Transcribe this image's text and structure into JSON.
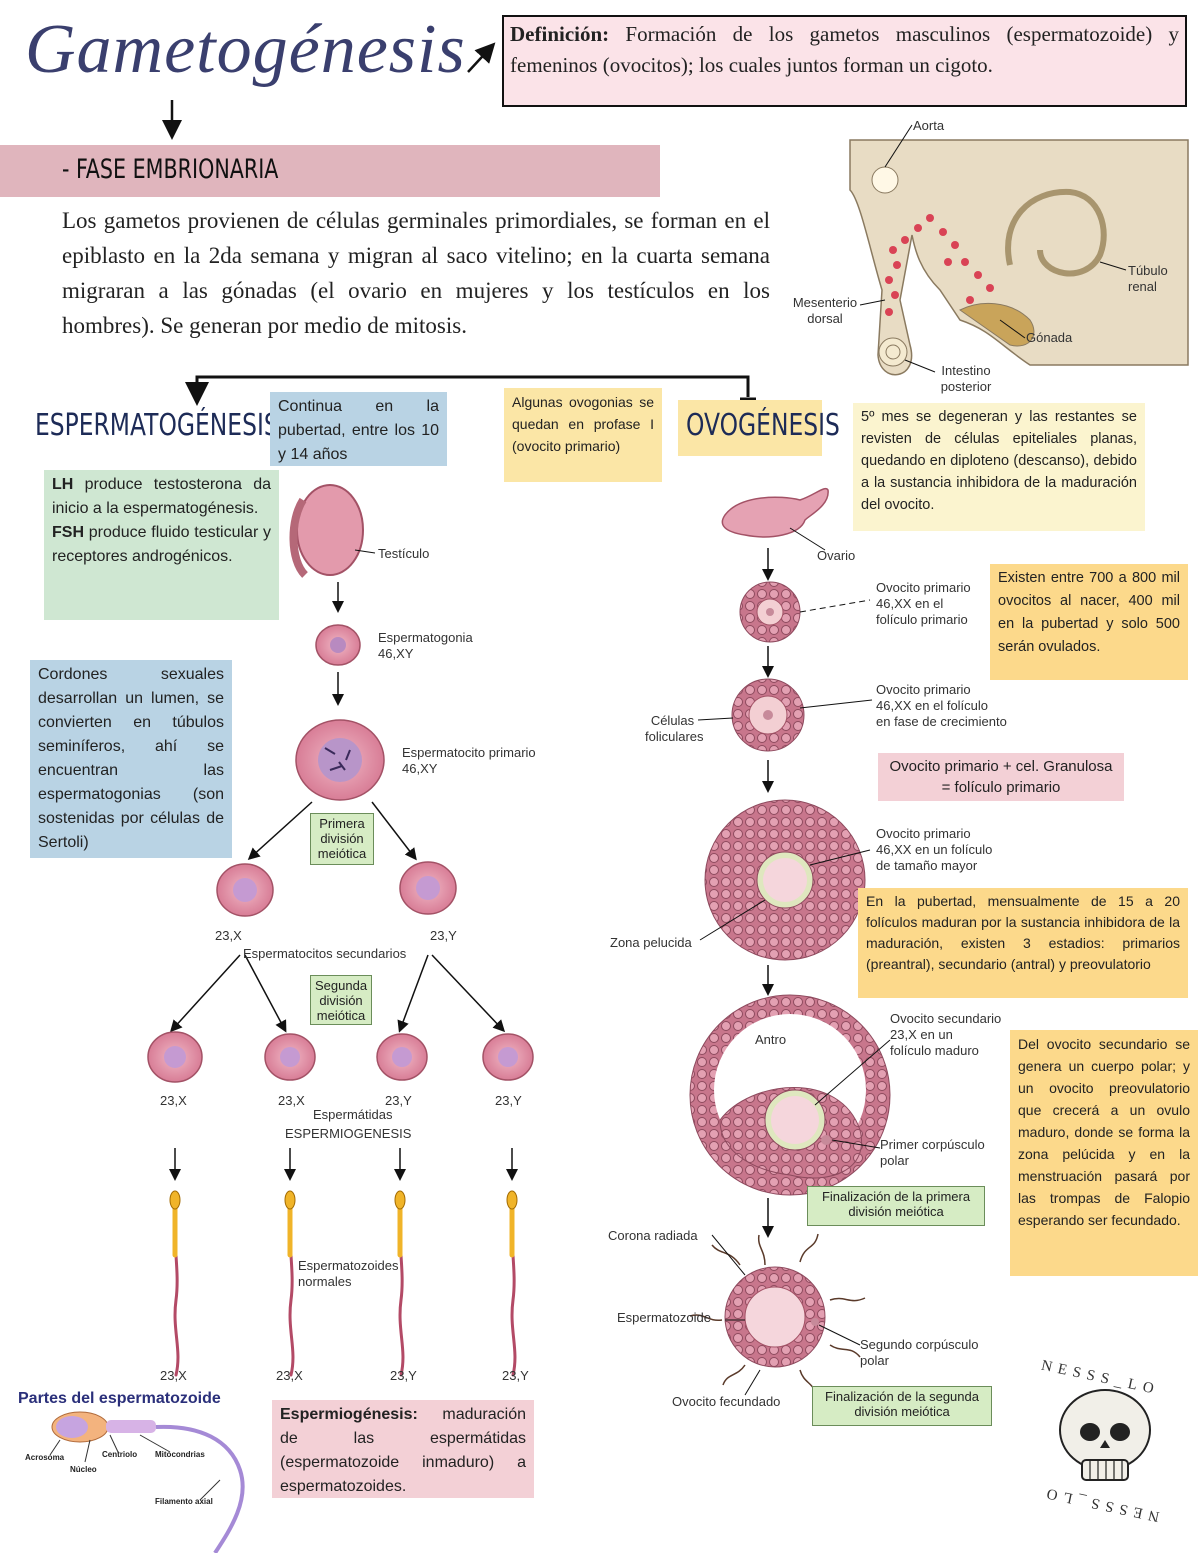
{
  "title": "Gametogénesis",
  "definition": {
    "label": "Definición:",
    "text": " Formación de los gametos masculinos (espermatozoide) y femeninos (ovocitos); los cuales juntos forman un cigoto."
  },
  "fase_embrionaria": {
    "heading": "- FASE EMBRIONARIA",
    "text": "Los gametos provienen de células germinales primordiales, se forman en el epiblasto en la 2da semana y migran al saco vitelino; en la cuarta semana migraran a las gónadas (el ovario en mujeres y los testículos en los hombres).  Se generan por medio de mitosis."
  },
  "embryo_figure": {
    "aorta": "Aorta",
    "tubulo": "Túbulo renal",
    "mesenterio": "Mesenterio dorsal",
    "gonada": "Gónada",
    "intestino": "Intestino posterior"
  },
  "espermatogenesis": {
    "heading": "ESPERMATOGÉNESIS",
    "pubertad_note": "Continua en la pubertad, entre los 10 y 14 años",
    "lh_label": "LH",
    "lh_text": " produce testosterona da inicio a la espermatogénesis.",
    "fsh_label": "FSH",
    "fsh_text": " produce fluido testicular y receptores androgénicos.",
    "cordones_note": "Cordones sexuales desarrollan un lumen, se convierten en túbulos seminíferos, ahí se encuentran las espermatogonias (son sostenidas por células de Sertoli)",
    "testiculo": "Testículo",
    "espermatogonia": "Espermatogonia",
    "espermatogonia_k": "46,XY",
    "primario": "Espermatocito primario",
    "primario_k": "46,XY",
    "primera_division": "Primera división meiótica",
    "k_23x": "23,X",
    "k_23y": "23,Y",
    "secundarios": "Espermatocitos secundarios",
    "segunda_division": "Segunda división meiótica",
    "espermatidas": "Espermátidas",
    "espermiogenesis_lbl": "ESPERMIOGENESIS",
    "normales": "Espermatozoides normales",
    "partes_title": "Partes del espermatozoide",
    "partes": {
      "acrosoma": "Acrosoma",
      "nucleo": "Núcleo",
      "centriolo": "Centriolo",
      "mitocondrias": "Mitocondrias",
      "filamento": "Filamento axial"
    },
    "espermiogenesis_label": "Espermiogénesis:",
    "espermiogenesis_text": " maduración de las espermátidas (espermatozoide inmaduro) a espermatozoides."
  },
  "ovogenesis": {
    "heading": "OVOGÉNESIS",
    "profase_note": "Algunas ovogonias se quedan en profase I (ovocito primario)",
    "quinto_mes": "5º mes se degeneran y las restantes se revisten de células epiteliales planas, quedando en diploteno (descanso), debido a la sustancia inhibidora de la maduración del ovocito.",
    "ovario": "Ovario",
    "op1": "Ovocito primario",
    "op1b": "46,XX en el",
    "op1c": "folículo primario",
    "numeros_note": "Existen entre 700 a 800 mil ovocitos al nacer, 400 mil en la pubertad y solo 500 serán ovulados.",
    "celulas": "Células foliculares",
    "op2": "Ovocito primario",
    "op2b": "46,XX en el folículo",
    "op2c": "en fase de crecimiento",
    "granulosa_note": "Ovocito primario + cel. Granulosa = folículo primario",
    "op3": "Ovocito primario",
    "op3b": "46,XX en un folículo",
    "op3c": "de tamaño mayor",
    "zona": "Zona pelucida",
    "pubertad_note": "En la pubertad, mensualmente de 15 a 20 folículos maduran por la sustancia inhibidora de la maduración, existen 3 estadios: primarios (preantral), secundario (antral) y preovulatorio",
    "antro": "Antro",
    "os": "Ovocito secundario",
    "osb": "23,X en un",
    "osc": "folículo maduro",
    "primer_corp": "Primer corpúsculo polar",
    "fin_primera": "Finalización de la primera división meiótica",
    "secundario_note": "Del ovocito secundario se genera un cuerpo polar; y un ovocito preovulatorio que crecerá a un ovulo maduro, donde se forma la zona pelúcida y en la menstruación pasará por las trompas de Falopio esperando ser fecundado.",
    "corona": "Corona radiada",
    "espermatozoide": "Espermatozoide",
    "segundo_corp": "Segundo corpúsculo polar",
    "fecundado": "Ovocito fecundado",
    "fin_segunda": "Finalización de la segunda división meiótica"
  },
  "logo_text": "NESSS_LO",
  "colors": {
    "title": "#3a3f6e",
    "fase_bar": "#e0b5bd",
    "blue_note": "#b9d3e4",
    "green_note": "#cfe7d2",
    "yellow_note": "#fbe6a6",
    "orange_note": "#fcd98b",
    "pink_note": "#f3d0d6",
    "cell": "#e7a0b4"
  }
}
